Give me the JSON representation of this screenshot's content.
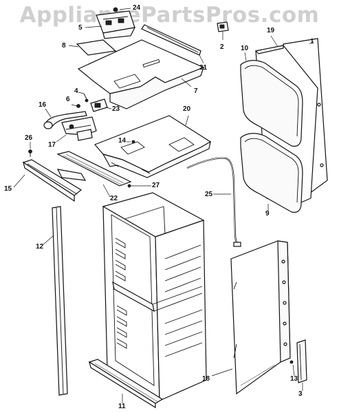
{
  "watermark": "AppliancePartsPros.com",
  "callouts": {
    "c1": "1",
    "c2": "2",
    "c3": "3",
    "c4": "4",
    "c5": "5",
    "c6": "6",
    "c7": "7",
    "c8": "8",
    "c9": "9",
    "c10": "10",
    "c11": "11",
    "c12": "12",
    "c13": "13",
    "c14": "14",
    "c15": "15",
    "c16": "16",
    "c17": "17",
    "c18": "18",
    "c19": "19",
    "c20": "20",
    "c21": "21",
    "c22": "22",
    "c23": "23",
    "c24": "24",
    "c25": "25",
    "c26": "26",
    "c27": "27"
  },
  "parts": [
    "side-panel-1",
    "bracket-2",
    "bracket-3",
    "screw-4",
    "bracket-5",
    "screw-6",
    "top-panel-7",
    "plate-8",
    "insulation-9",
    "insulation-10",
    "bottom-trim-11",
    "side-trim-12",
    "clip-13",
    "screw-14",
    "front-trim-15",
    "damper-link-16",
    "motor-17",
    "back-panel-18",
    "insulation-19",
    "center-panel-20",
    "top-rail-21",
    "vent-grille-22",
    "switch-23",
    "bracket-24",
    "harness-25",
    "screw-26",
    "screw-27"
  ]
}
